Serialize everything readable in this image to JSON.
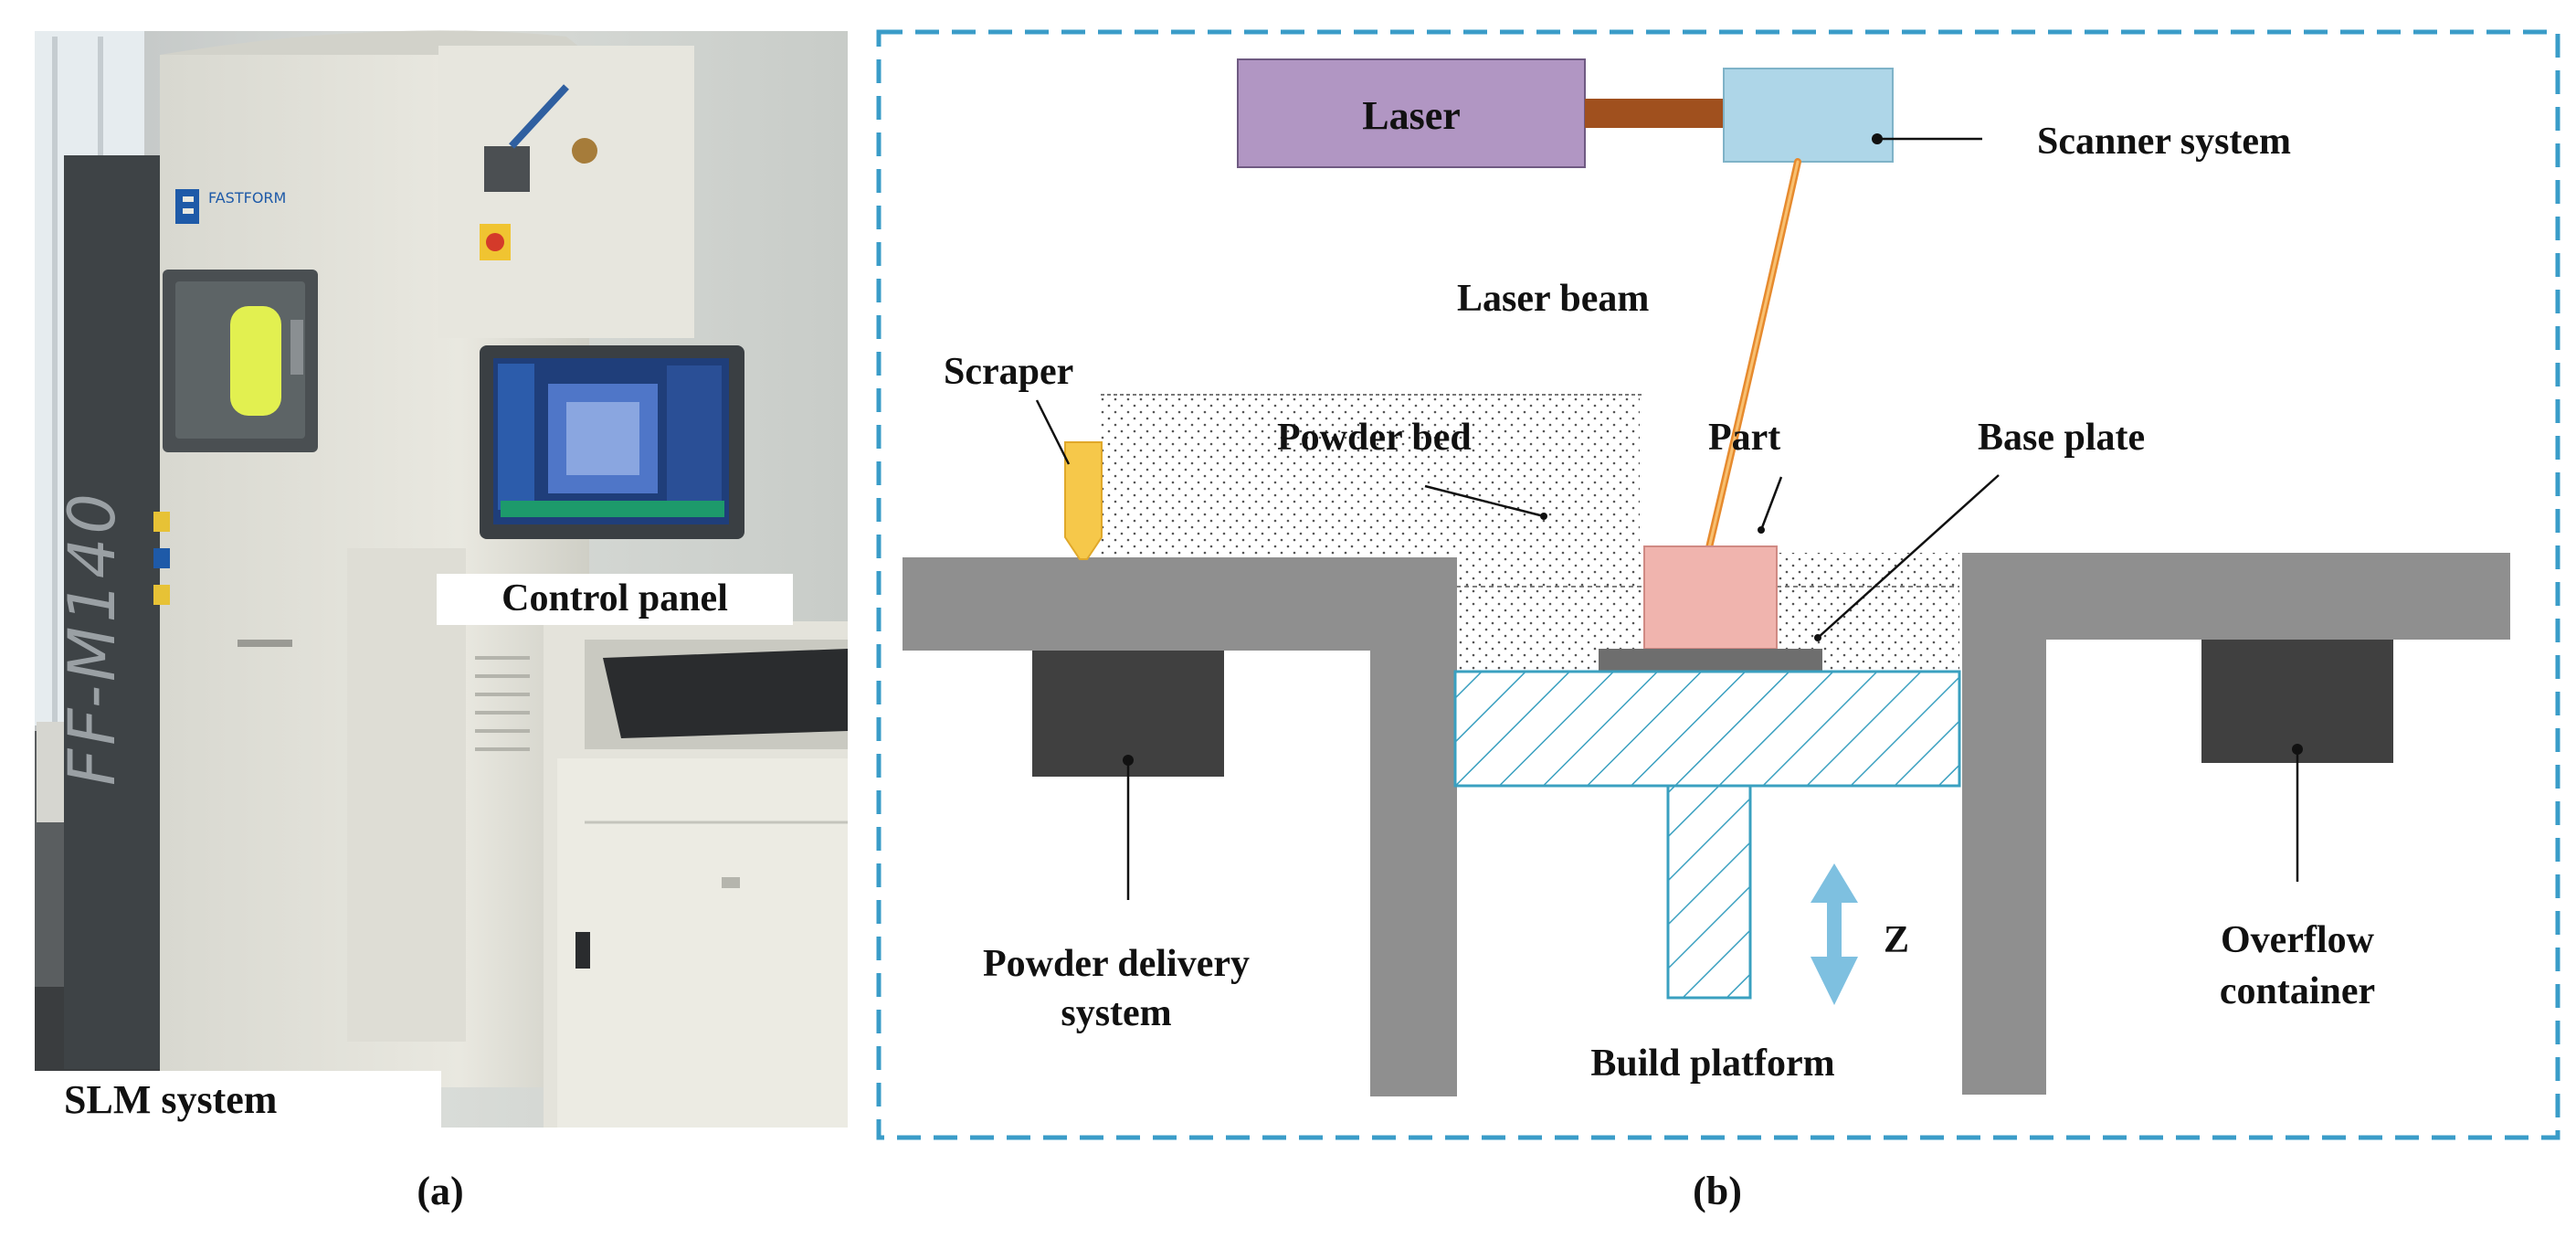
{
  "panel_a": {
    "caption": "(a)",
    "machine_brand": "FASTFORM",
    "machine_model": "FF-M140",
    "labels": {
      "control_panel": "Control panel",
      "slm_system": "SLM system"
    }
  },
  "panel_b": {
    "caption": "(b)",
    "labels": {
      "laser": "Laser",
      "scanner_system": "Scanner system",
      "laser_beam": "Laser beam",
      "scraper": "Scraper",
      "powder_bed": "Powder bed",
      "part": "Part",
      "base_plate": "Base plate",
      "powder_delivery_line1": "Powder delivery",
      "powder_delivery_line2": "system",
      "z_axis": "Z",
      "build_platform": "Build platform",
      "overflow_line1": "Overflow",
      "overflow_line2": "container"
    }
  },
  "colors": {
    "laser_box": "#b196c3",
    "scanner_box": "#aed6e8",
    "laser_connector": "#a0501e",
    "beam": "#e68a2e",
    "frame_gray": "#8f8f8f",
    "dark_box": "#404040",
    "part": "#f0b4ae",
    "base_plate": "#6e6e6e",
    "hatch": "#3aa0c0",
    "arrow": "#7ec0e0",
    "dashed_border": "#3a9cc8",
    "scraper": "#f6c84a"
  }
}
